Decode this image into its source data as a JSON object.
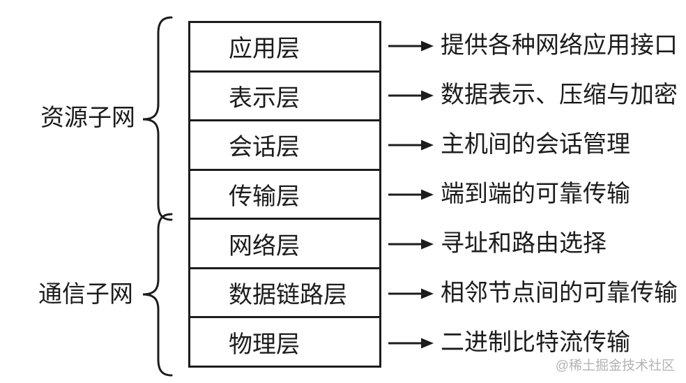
{
  "diagram": {
    "title_hint": "OSI seven layer model diagram",
    "groups": [
      {
        "label": "资源子网",
        "covers_layers": [
          1,
          2,
          3,
          4
        ]
      },
      {
        "label": "通信子网",
        "covers_layers": [
          5,
          6,
          7
        ]
      }
    ],
    "layers": [
      {
        "name": "应用层",
        "description": "提供各种网络应用接口"
      },
      {
        "name": "表示层",
        "description": "数据表示、压缩与加密"
      },
      {
        "name": "会话层",
        "description": "主机间的会话管理"
      },
      {
        "name": "传输层",
        "description": "端到端的可靠传输"
      },
      {
        "name": "网络层",
        "description": "寻址和路由选择"
      },
      {
        "name": "数据链路层",
        "description": "相邻节点间的可靠传输"
      },
      {
        "name": "物理层",
        "description": "二进制比特流传输"
      }
    ],
    "watermark": "@稀土掘金技术社区",
    "colors": {
      "line": "#1c1c1c",
      "text": "#1c1c1c",
      "watermark": "#b3b3b3",
      "background": "#ffffff"
    }
  }
}
